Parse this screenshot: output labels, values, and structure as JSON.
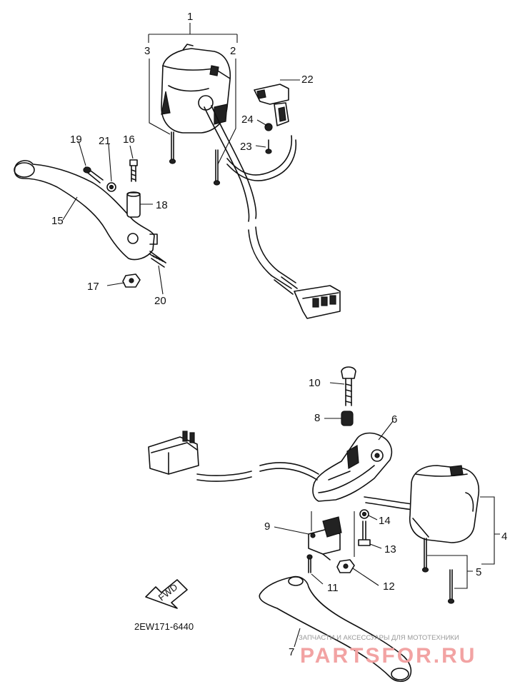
{
  "diagram": {
    "code": "2EW171-6440",
    "arrow_label": "FWD",
    "watermark_small": "ЗАПЧАСТИ И АКСЕССУАРЫ ДЛЯ МОТОТЕХНИКИ",
    "watermark_large": "PARTSFOR.RU",
    "callouts": [
      {
        "id": "c1",
        "text": "1"
      },
      {
        "id": "c2",
        "text": "2"
      },
      {
        "id": "c3",
        "text": "3"
      },
      {
        "id": "c4",
        "text": "4"
      },
      {
        "id": "c5",
        "text": "5"
      },
      {
        "id": "c6",
        "text": "6"
      },
      {
        "id": "c7",
        "text": "7"
      },
      {
        "id": "c8",
        "text": "8"
      },
      {
        "id": "c9",
        "text": "9"
      },
      {
        "id": "c10",
        "text": "10"
      },
      {
        "id": "c11",
        "text": "11"
      },
      {
        "id": "c12",
        "text": "12"
      },
      {
        "id": "c13",
        "text": "13"
      },
      {
        "id": "c14",
        "text": "14"
      },
      {
        "id": "c15",
        "text": "15"
      },
      {
        "id": "c16",
        "text": "16"
      },
      {
        "id": "c17",
        "text": "17"
      },
      {
        "id": "c18",
        "text": "18"
      },
      {
        "id": "c19",
        "text": "19"
      },
      {
        "id": "c20",
        "text": "20"
      },
      {
        "id": "c21",
        "text": "21"
      },
      {
        "id": "c22",
        "text": "22"
      },
      {
        "id": "c23",
        "text": "23"
      },
      {
        "id": "c24",
        "text": "24"
      }
    ]
  }
}
